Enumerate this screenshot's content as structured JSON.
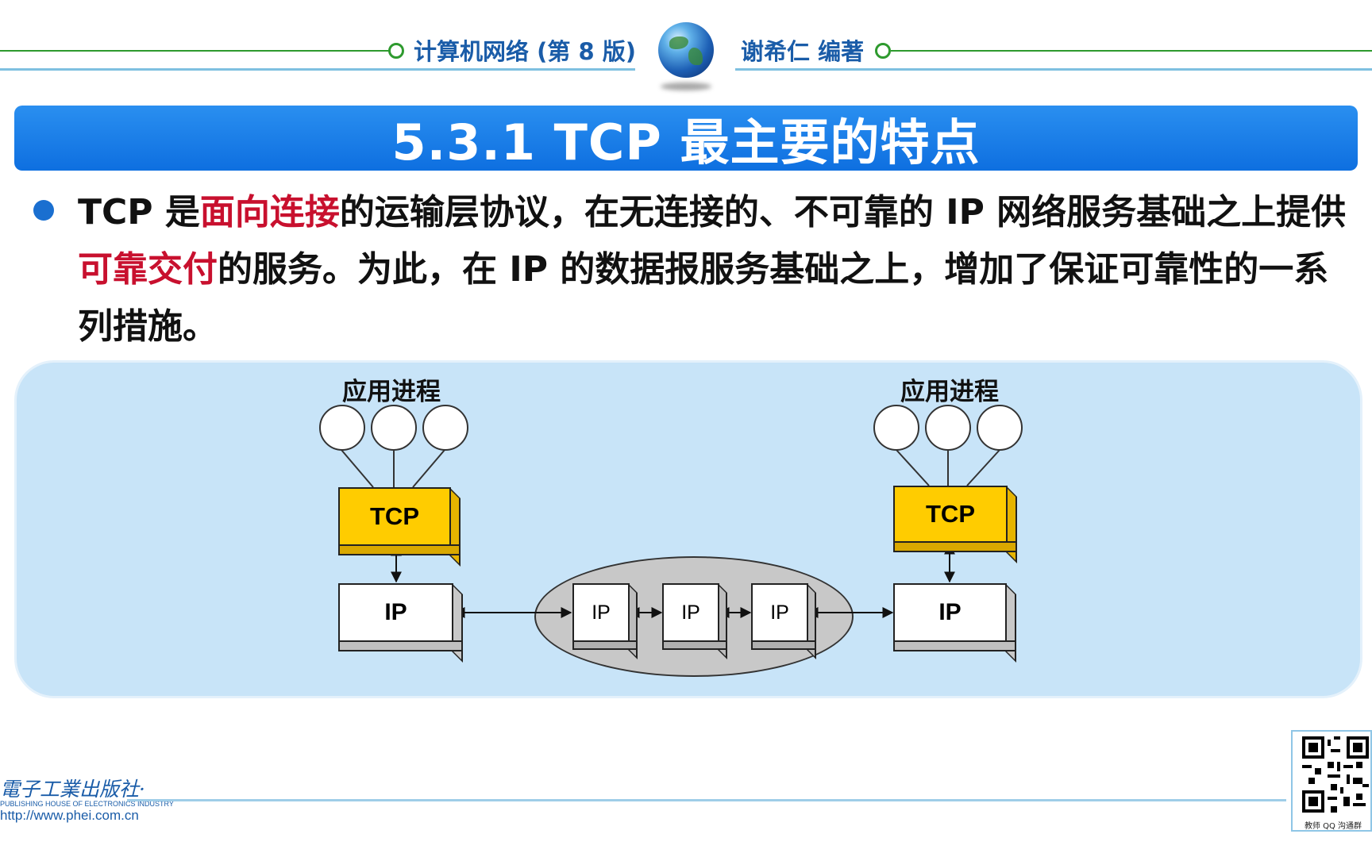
{
  "header": {
    "book_title": "计算机网络 (第 8 版)",
    "author": "谢希仁 编著",
    "globe_icon": "globe-icon"
  },
  "slide": {
    "title": "5.3.1  TCP 最主要的特点",
    "bullet": {
      "segments": [
        {
          "text": "TCP 是",
          "highlight": false
        },
        {
          "text": "面向连接",
          "highlight": true
        },
        {
          "text": "的运输层协议，在无连接的、不可靠的 IP 网络服务基础之上提供",
          "highlight": false
        },
        {
          "text": "可靠交付",
          "highlight": true
        },
        {
          "text": "的服务。为此，在 IP 的数据报服务基础之上，增加了保证可靠性的一系列措施。",
          "highlight": false
        }
      ]
    }
  },
  "diagram": {
    "left_host": {
      "process_label": "应用进程",
      "tcp_label": "TCP",
      "ip_label": "IP"
    },
    "right_host": {
      "process_label": "应用进程",
      "tcp_label": "TCP",
      "ip_label": "IP"
    },
    "routers": [
      "IP",
      "IP",
      "IP"
    ]
  },
  "footer": {
    "publisher": "電子工業出版社·",
    "publisher_en": "PUBLISHING HOUSE OF ELECTRONICS INDUSTRY",
    "url": "http://www.phei.com.cn",
    "qr_caption": "教师 QQ 沟通群"
  },
  "colors": {
    "title_bar": "#1a7fe8",
    "highlight": "#c8102e",
    "panel": "#c8e4f8",
    "tcp_box": "#ffcc00",
    "header_text": "#1a5ca8"
  }
}
